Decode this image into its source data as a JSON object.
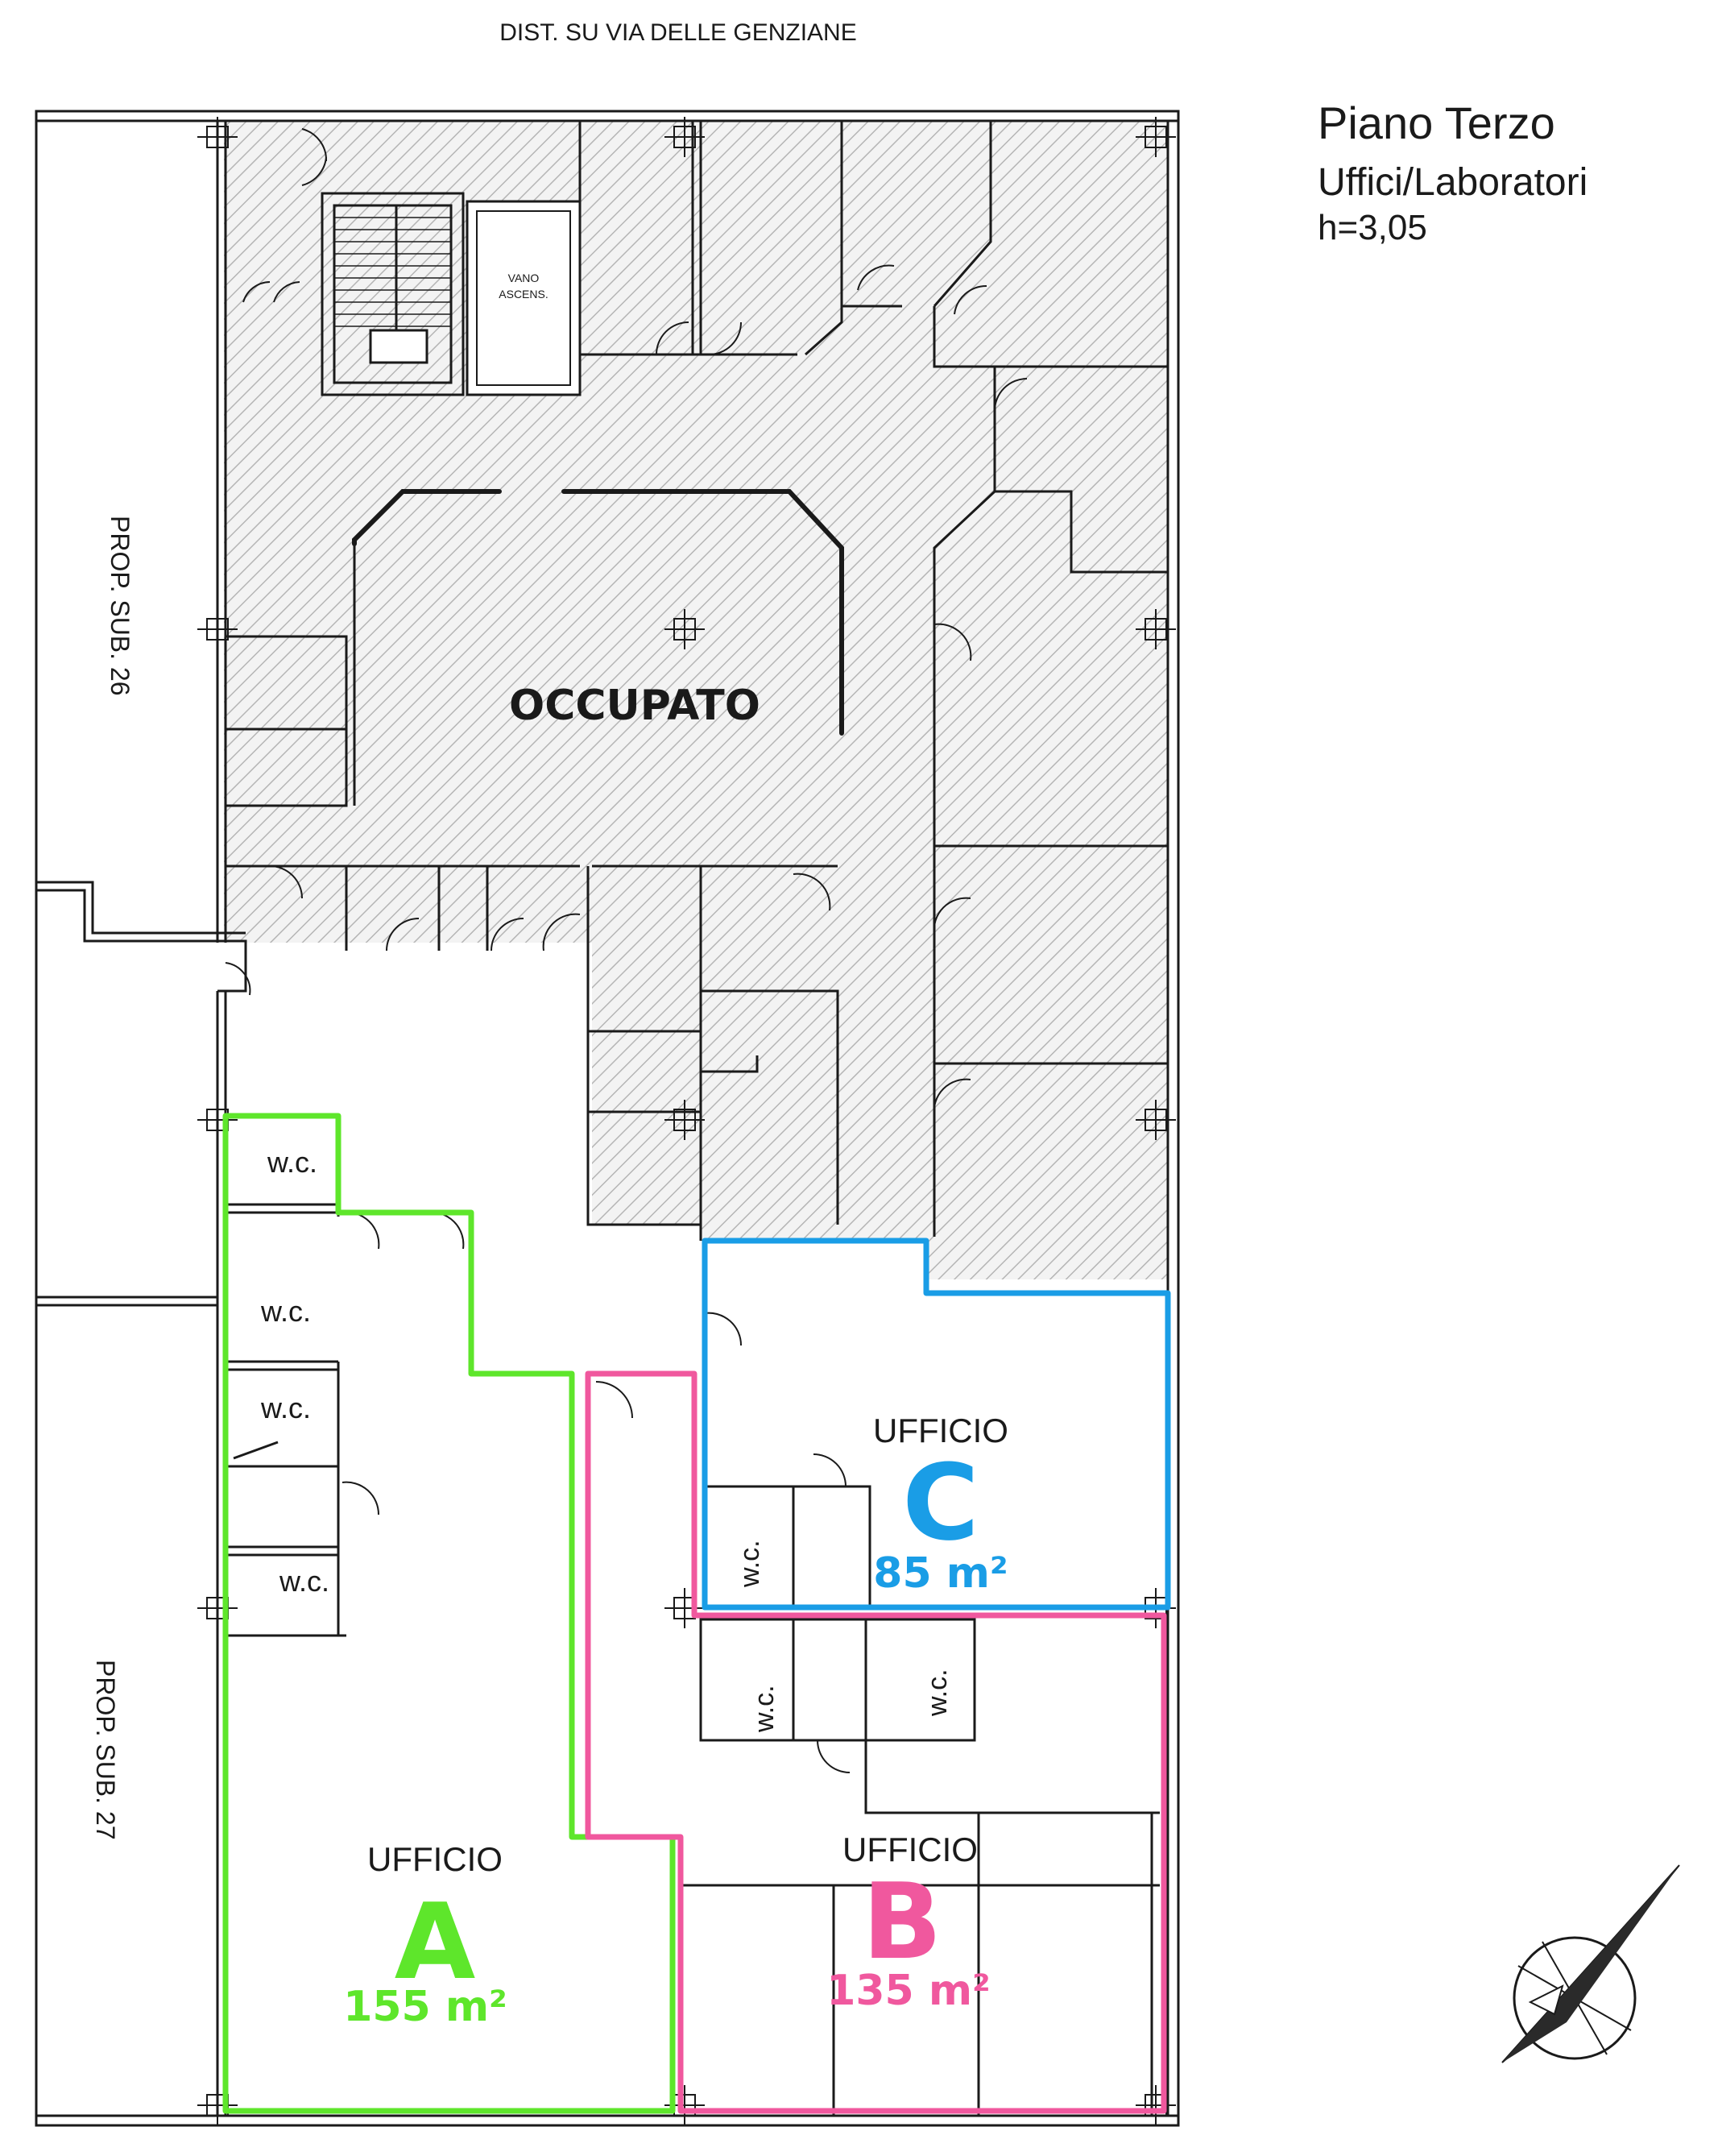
{
  "header": {
    "street_label": "DIST. SU VIA DELLE GENZIANE",
    "floor_title": "Piano Terzo",
    "floor_use": "Uffici/Laboratori",
    "floor_height": "h=3,05"
  },
  "neighbors": {
    "upper": "PROP. SUB. 26",
    "lower": "PROP. SUB. 27"
  },
  "occupied_label": "OCCUPATO",
  "elevator": {
    "line1": "VANO",
    "line2": "ASCENS."
  },
  "wc_label": "w.c.",
  "units": [
    {
      "id": "A",
      "kind": "UFFICIO",
      "letter": "A",
      "area": "155 m²",
      "color": "#5ee62b"
    },
    {
      "id": "B",
      "kind": "UFFICIO",
      "letter": "B",
      "area": "135 m²",
      "color": "#f0589e"
    },
    {
      "id": "C",
      "kind": "UFFICIO",
      "letter": "C",
      "area": "85 m²",
      "color": "#1a9de6"
    }
  ],
  "colors": {
    "wall": "#1a1a1a",
    "hatch": "#b5b5b5",
    "hatch_bg": "#f3f3f3"
  }
}
